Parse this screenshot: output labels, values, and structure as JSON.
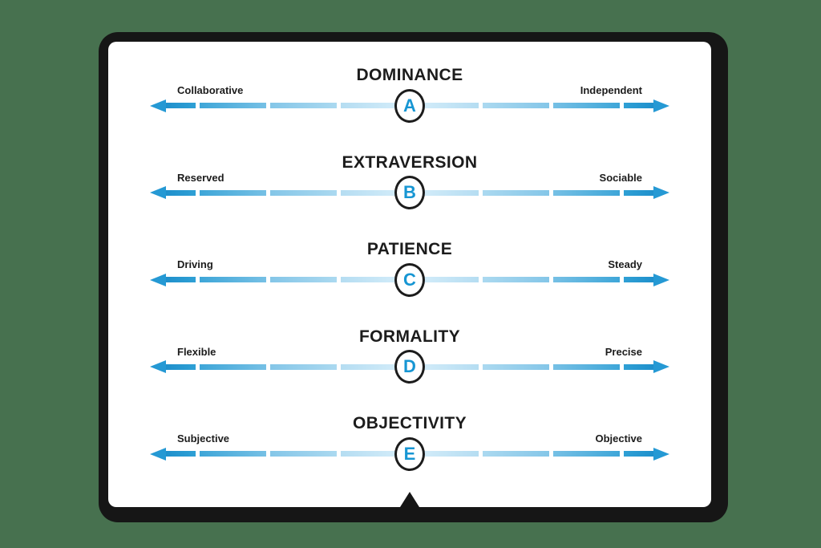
{
  "colors": {
    "page_background": "#47714f",
    "frame_black": "#161616",
    "card_white": "#ffffff",
    "arrow_dark_blue": "#2599d4",
    "arrow_light_blue": "#d7eefa",
    "marker_letter_blue": "#1796d3",
    "text_black": "#1c1c1c"
  },
  "scales": [
    {
      "title": "DOMINANCE",
      "letter": "A",
      "left_label": "Collaborative",
      "right_label": "Independent"
    },
    {
      "title": "EXTRAVERSION",
      "letter": "B",
      "left_label": "Reserved",
      "right_label": "Sociable"
    },
    {
      "title": "PATIENCE",
      "letter": "C",
      "left_label": "Driving",
      "right_label": "Steady"
    },
    {
      "title": "FORMALITY",
      "letter": "D",
      "left_label": "Flexible",
      "right_label": "Precise"
    },
    {
      "title": "OBJECTIVITY",
      "letter": "E",
      "left_label": "Subjective",
      "right_label": "Objective"
    }
  ]
}
